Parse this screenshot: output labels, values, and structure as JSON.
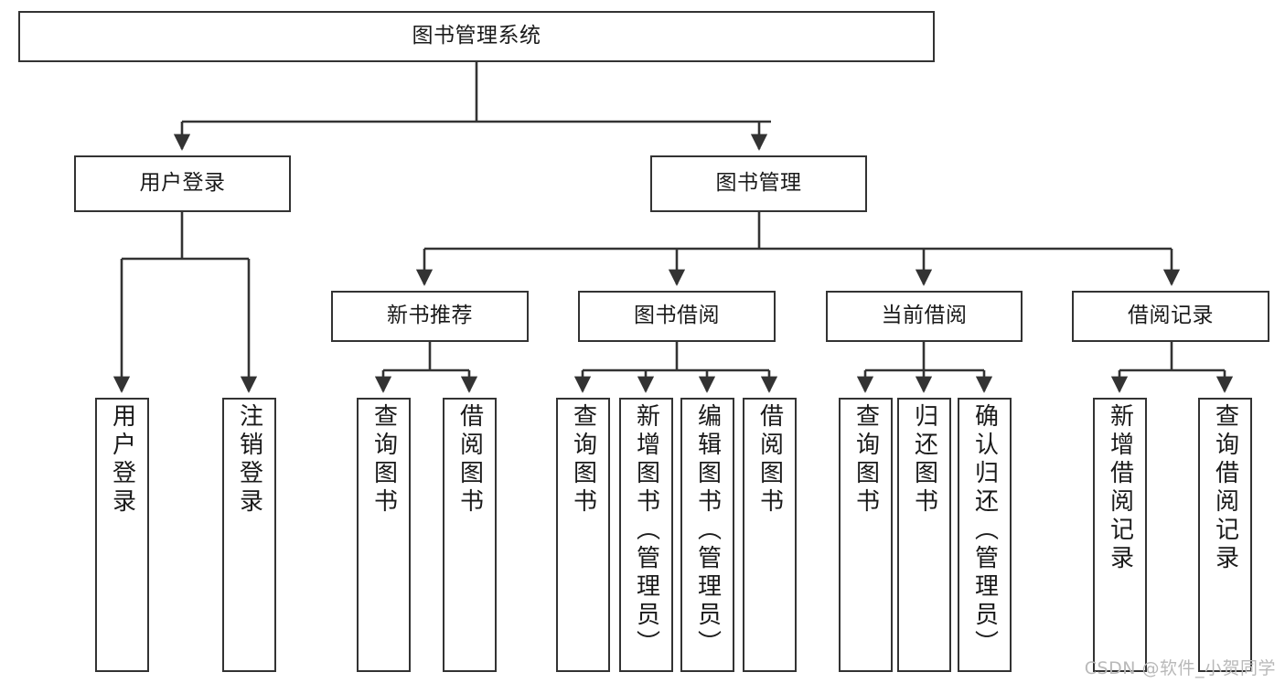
{
  "diagram": {
    "type": "tree",
    "title": "图书管理系统",
    "orientation": "top-down",
    "colors": {
      "box_border": "#333333",
      "box_fill": "#ffffff",
      "edge": "#333333",
      "text": "#1a1a1a",
      "watermark": "#b9b9b9",
      "background": "#ffffff"
    }
  },
  "root": {
    "label": "图书管理系统"
  },
  "level1": [
    {
      "label": "用户登录"
    },
    {
      "label": "图书管理"
    }
  ],
  "level2": [
    {
      "label": "新书推荐"
    },
    {
      "label": "图书借阅"
    },
    {
      "label": "当前借阅"
    },
    {
      "label": "借阅记录"
    }
  ],
  "leaves": {
    "user_login": [
      {
        "label": "用户登录"
      },
      {
        "label": "注销登录"
      }
    ],
    "new_book_recommend": [
      {
        "label": "查询图书"
      },
      {
        "label": "借阅图书"
      }
    ],
    "book_borrow": [
      {
        "label": "查询图书"
      },
      {
        "label": "新增图书（管理员）"
      },
      {
        "label": "编辑图书（管理员）"
      },
      {
        "label": "借阅图书"
      }
    ],
    "current_borrow": [
      {
        "label": "查询图书"
      },
      {
        "label": "归还图书"
      },
      {
        "label": "确认归还（管理员）"
      }
    ],
    "borrow_record": [
      {
        "label": "新增借阅记录"
      },
      {
        "label": "查询借阅记录"
      }
    ]
  },
  "watermark": {
    "text": "CSDN @软件_小贺同学"
  }
}
